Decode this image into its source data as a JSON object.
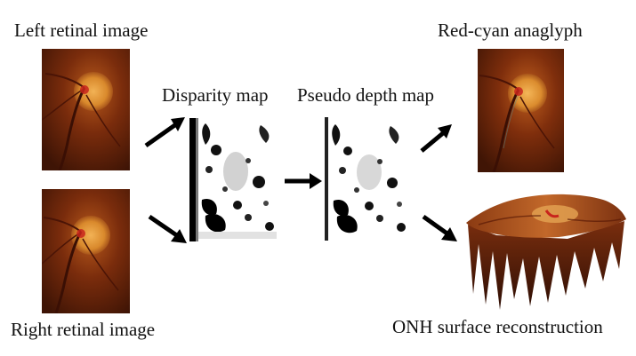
{
  "diagram": {
    "labels": {
      "left_retinal": "Left retinal image",
      "right_retinal": "Right retinal image",
      "disparity": "Disparity map",
      "pseudo_depth": "Pseudo depth map",
      "anaglyph": "Red-cyan anaglyph",
      "onh": "ONH surface reconstruction"
    },
    "colors": {
      "fundus_bg": "#5a1f08",
      "fundus_disc": "#e59a3a",
      "vessel": "#3a0f04",
      "arrow": "#000000"
    }
  }
}
